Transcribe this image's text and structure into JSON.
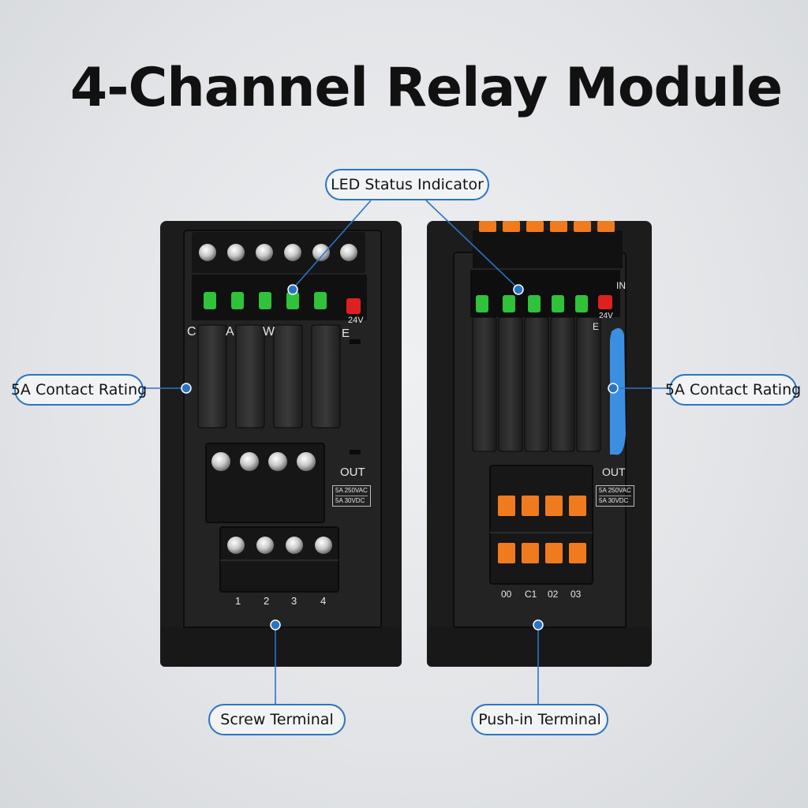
{
  "title": "4-Channel Relay Module",
  "callouts": {
    "led_status": "LED Status Indicator",
    "contact_rating_left": "5A Contact Rating",
    "contact_rating_right": "5A Contact Rating",
    "screw_terminal": "Screw Terminal",
    "push_in_terminal": "Push-in Terminal"
  },
  "left_module": {
    "out_label": "OUT",
    "voltage_label": "24V",
    "rating_ac": "5A 250VAC",
    "rating_dc": "5A 30VDC",
    "terminal_numbers": [
      "1",
      "2",
      "3",
      "4"
    ],
    "edge_marks": [
      "C",
      "A",
      "W",
      "E"
    ]
  },
  "right_module": {
    "in_label": "IN",
    "out_label": "OUT",
    "voltage_label": "24V",
    "rating_ac": "5A 250VAC",
    "rating_dc": "5A 30VDC",
    "terminal_labels": [
      "00",
      "C1",
      "02",
      "03"
    ],
    "edge_mark": "E"
  },
  "colors": {
    "callout_border": "#2a74c4",
    "housing": "#1c1c1c",
    "led_green": "#2fc23a",
    "led_red": "#e02020",
    "push_tab_orange": "#f07a1e",
    "release_lever_blue": "#3b8fe0"
  }
}
